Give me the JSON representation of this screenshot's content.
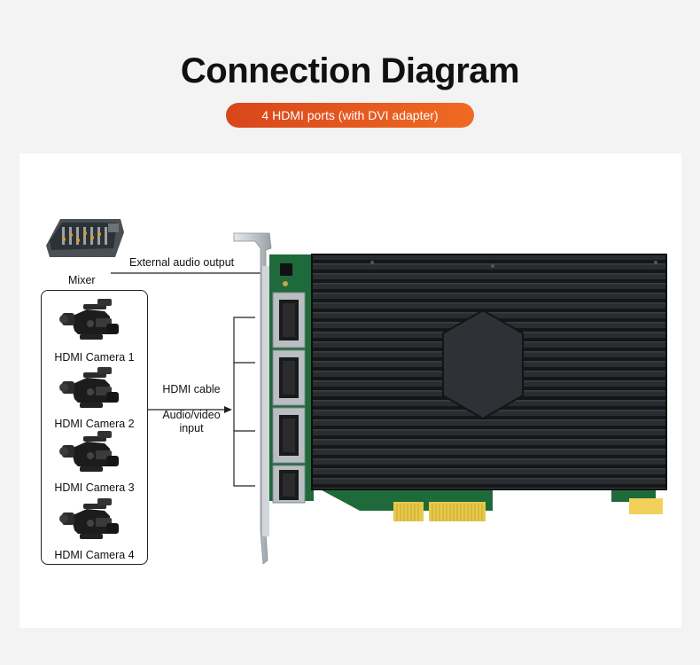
{
  "header": {
    "title": "Connection Diagram",
    "subtitle": "4 HDMI ports (with DVI adapter)"
  },
  "diagram": {
    "mixer_label": "Mixer",
    "audio_output_label": "External audio output",
    "cameras": [
      {
        "label": "HDMI Camera 1"
      },
      {
        "label": "HDMI Camera 2"
      },
      {
        "label": "HDMI Camera 3"
      },
      {
        "label": "HDMI Camera 4"
      }
    ],
    "cable_label": "HDMI cable",
    "input_label": "Audio/video input"
  },
  "colors": {
    "accent_start": "#d8461c",
    "accent_end": "#f06a22",
    "heatsink": "#1a1c1e",
    "pcb": "#1e6a3a",
    "gold": "#e7c94a"
  }
}
